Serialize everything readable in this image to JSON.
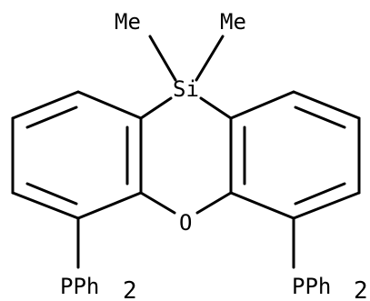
{
  "molecule": {
    "labels": {
      "methyl_left": "Me",
      "methyl_right": "Me",
      "silicon": "Si",
      "oxygen": "O",
      "phosphine_left": "PPh",
      "phosphine_left_subscript": "2",
      "phosphine_right": "PPh",
      "phosphine_right_subscript": "2"
    },
    "colors": {
      "bond": "#000000",
      "background": "#ffffff"
    }
  }
}
